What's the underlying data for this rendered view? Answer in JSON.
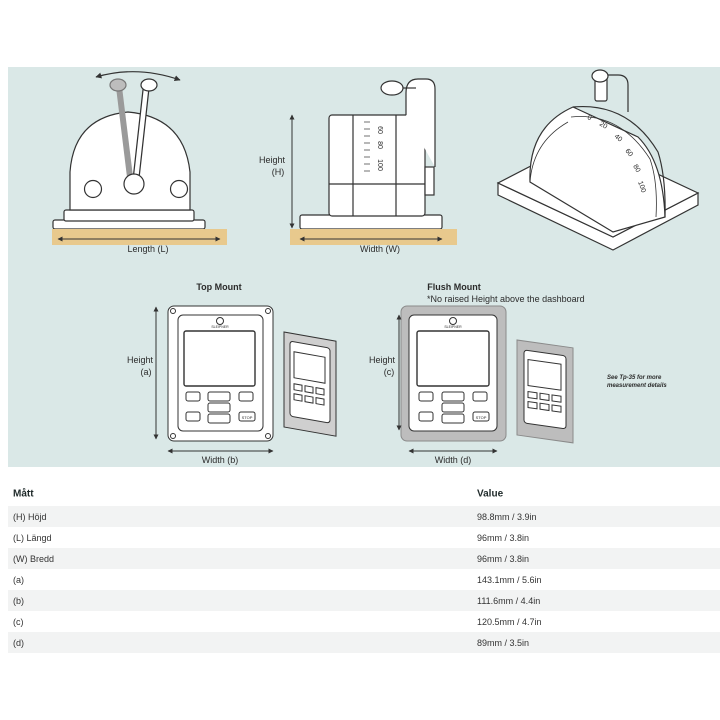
{
  "diagram": {
    "labels": {
      "length": "Length (L)",
      "width": "Width (W)",
      "height_h_line1": "Height",
      "height_h_line2": "(H)",
      "top_mount": "Top Mount",
      "flush_mount": "Flush Mount",
      "flush_note": "*No raised Height above the dashboard",
      "height_a_line1": "Height",
      "height_a_line2": "(a)",
      "height_c_line1": "Height",
      "height_c_line2": "(c)",
      "width_b": "Width (b)",
      "width_d": "Width (d)",
      "see_note_line1": "See Tp-35 for more",
      "see_note_line2": "measurement details",
      "brand": "SLEIPNER",
      "stop": "STOP",
      "scale_side": [
        "100",
        "80",
        "60"
      ],
      "scale_iso": [
        "0",
        "20",
        "40",
        "60",
        "80",
        "100"
      ]
    },
    "colors": {
      "panel_bg": "#dae8e7",
      "dashboard": "#e8c98d",
      "line": "#333333",
      "device_fill": "#ffffff"
    }
  },
  "table": {
    "headers": {
      "col1": "Mått",
      "col2": "Value"
    },
    "rows": [
      {
        "label": "(H) Höjd",
        "value": "98.8mm / 3.9in"
      },
      {
        "label": "(L) Längd",
        "value": "96mm / 3.8in"
      },
      {
        "label": "(W) Bredd",
        "value": "96mm / 3.8in"
      },
      {
        "label": "(a)",
        "value": "143.1mm / 5.6in"
      },
      {
        "label": "(b)",
        "value": "111.6mm / 4.4in"
      },
      {
        "label": "(c)",
        "value": "120.5mm / 4.7in"
      },
      {
        "label": "(d)",
        "value": "89mm / 3.5in"
      }
    ]
  }
}
